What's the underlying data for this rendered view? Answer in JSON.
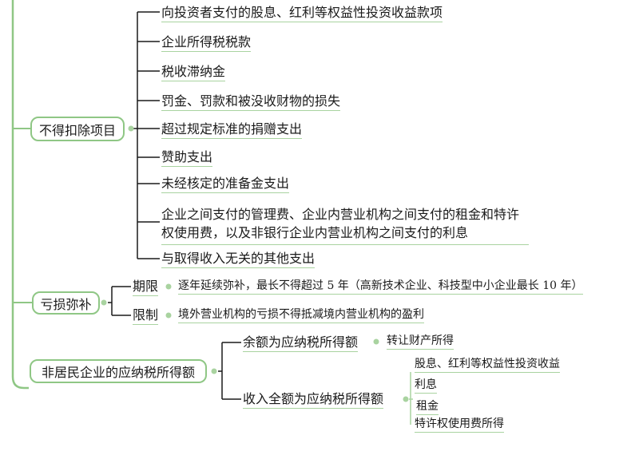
{
  "nodes": {
    "no_deduct": {
      "label": "不得扣除项目",
      "items": [
        "向投资者支付的股息、红利等权益性投资收益款项",
        "企业所得税税款",
        "税收滞纳金",
        "罚金、罚款和被没收财物的损失",
        "超过规定标准的捐赠支出",
        "赞助支出",
        "未经核定的准备金支出",
        "企业之间支付的管理费、企业内营业机构之间支付的租金和特许权使用费，以及非银行企业内营业机构之间支付的利息",
        "与取得收入无关的其他支出"
      ]
    },
    "loss": {
      "label": "亏损弥补",
      "term": {
        "label": "期限",
        "detail": "逐年延续弥补，最长不得超过 5 年（高新技术企业、科技型中小企业最长 10 年）"
      },
      "limit": {
        "label": "限制",
        "detail": "境外营业机构的亏损不得抵减境内营业机构的盈利"
      }
    },
    "nonresident": {
      "label": "非居民企业的应纳税所得额",
      "balance": {
        "label": "余额为应纳税所得额",
        "detail": "转让财产所得"
      },
      "full": {
        "label": "收入全额为应纳税所得额",
        "items": [
          "股息、红利等权益性投资收益",
          "利息",
          "租金",
          "特许权使用费所得"
        ]
      }
    }
  },
  "colors": {
    "line": "#1a1a1a",
    "accent": "#8fc785",
    "dot": "#a9d3a0",
    "underline": "#a9d3a0"
  }
}
